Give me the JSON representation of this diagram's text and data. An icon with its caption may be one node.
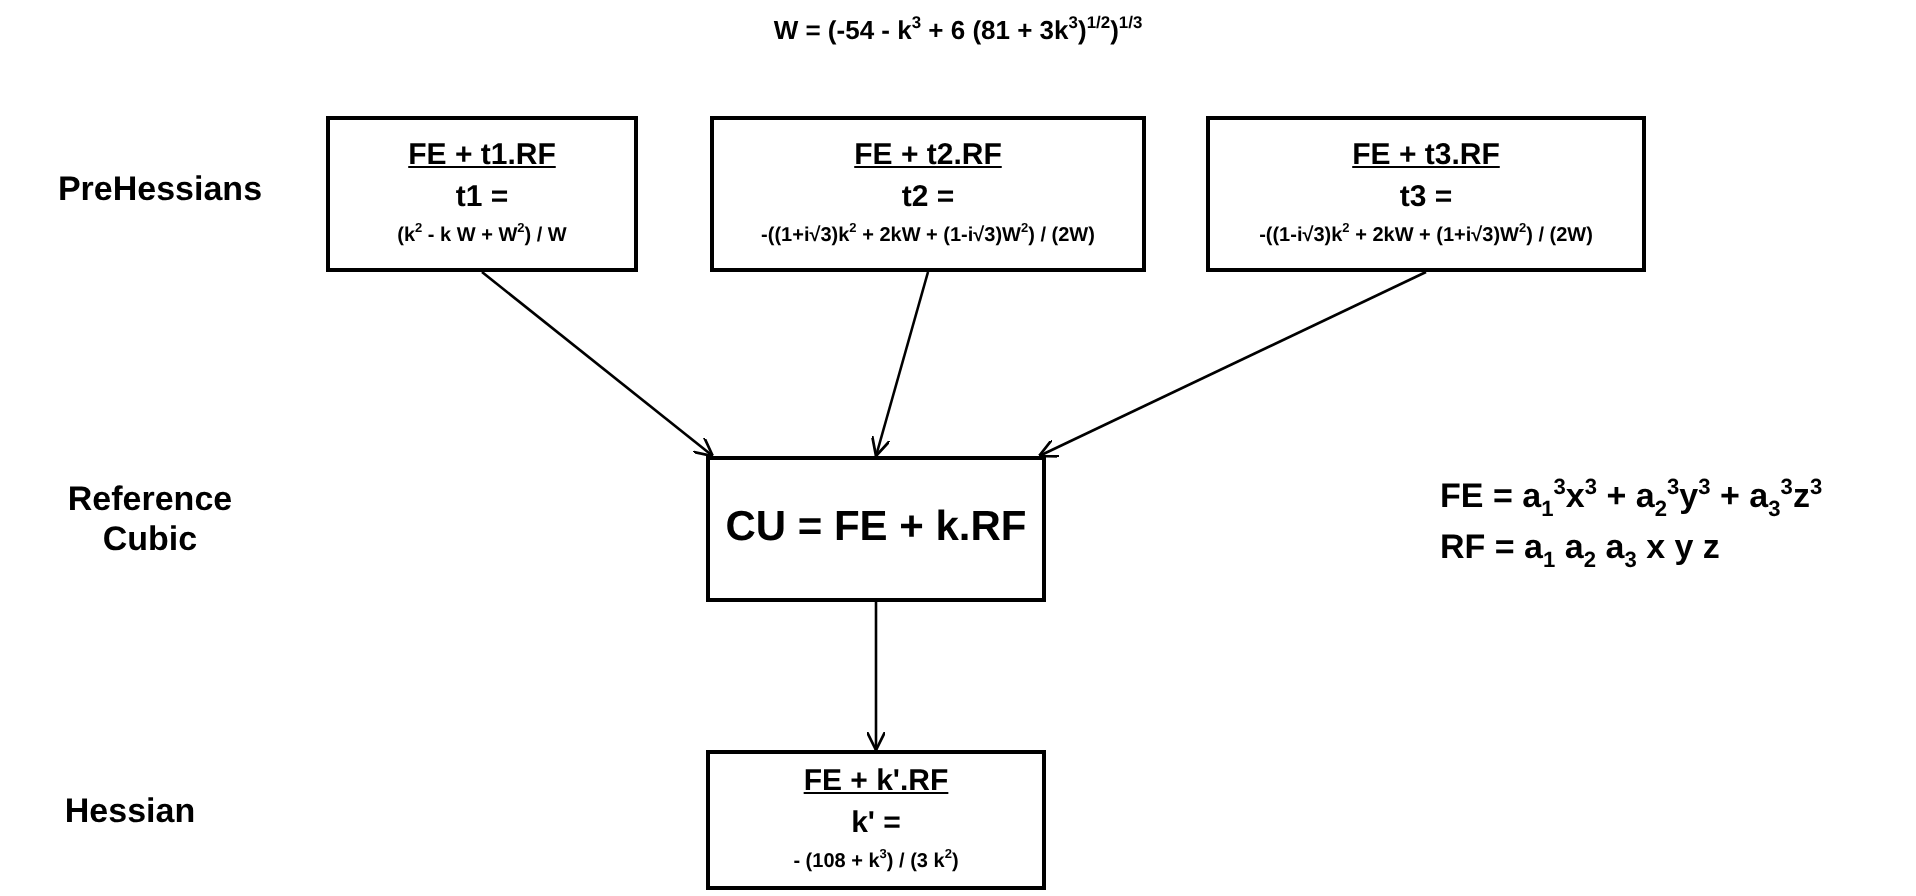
{
  "diagram": {
    "title": "W = (-54 - k$^{3}$ + 6 (81 + 3k$^{3}$)$^{1/2}$)$^{1/3}$",
    "nodes": [
      {
        "text": [
          "FE + t1.RF",
          "t1 =",
          "(k$^{2}$ - k W + W$^{2}$) / W"
        ]
      },
      {
        "text": [
          "FE + t2.RF",
          "t2 =",
          "-((1+i√3)k$^{2}$ + 2kW + (1-i√3)W$^{2}$) / (2W)"
        ]
      },
      {
        "text": [
          "FE + t3.RF",
          "t3 =",
          "-((1-i√3)k$^{2}$ + 2kW + (1+i√3)W$^{2}$) / (2W)"
        ]
      },
      {
        "text": [
          "CU = FE + k.RF"
        ]
      },
      {
        "text": [
          "FE + k'.RF",
          "k' =",
          "- (108 + k$^{3}$) / (3 k$^{2}$)"
        ]
      }
    ],
    "edges": [
      {
        "from": 0,
        "to": 3,
        "arrow": "to"
      },
      {
        "from": 1,
        "to": 3,
        "arrow": "to"
      },
      {
        "from": 2,
        "to": 3,
        "arrow": "to"
      },
      {
        "from": 3,
        "to": 4,
        "arrow": "to"
      }
    ],
    "labels": [
      "PreHessians",
      "Reference Cubic",
      "FE = a$_{1}$$^{3}$x$^{3}$ + a$_{2}$$^{3}$y$^{3}$ + a$_{3}$$^{3}$z$^{3}$",
      "RF = a$_{1}$ a$_{2}$ a$_{3}$ x y z",
      "Hessian"
    ]
  }
}
